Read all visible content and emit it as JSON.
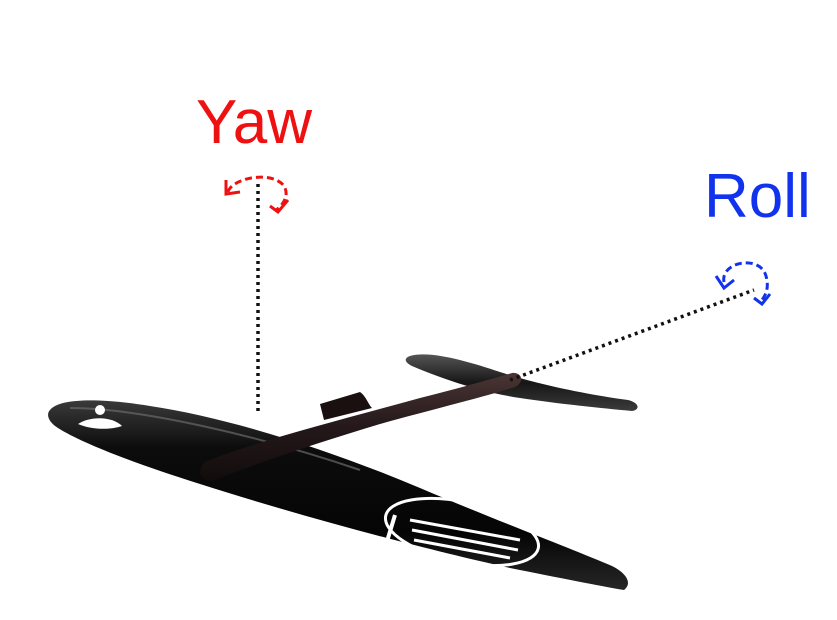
{
  "diagram": {
    "axes": [
      {
        "id": "yaw",
        "label": "Yaw",
        "color": "#ee1111",
        "icon": "rotation-arrow-icon"
      },
      {
        "id": "roll",
        "label": "Roll",
        "color": "#1133ee",
        "icon": "rotation-arrow-icon"
      }
    ],
    "subject": {
      "icon": "hydrofoil-icon"
    },
    "colors": {
      "foil_body": "#111111",
      "mast": "#2a1d1c",
      "axis_line": "#111111",
      "logo_stroke": "#ffffff"
    }
  }
}
